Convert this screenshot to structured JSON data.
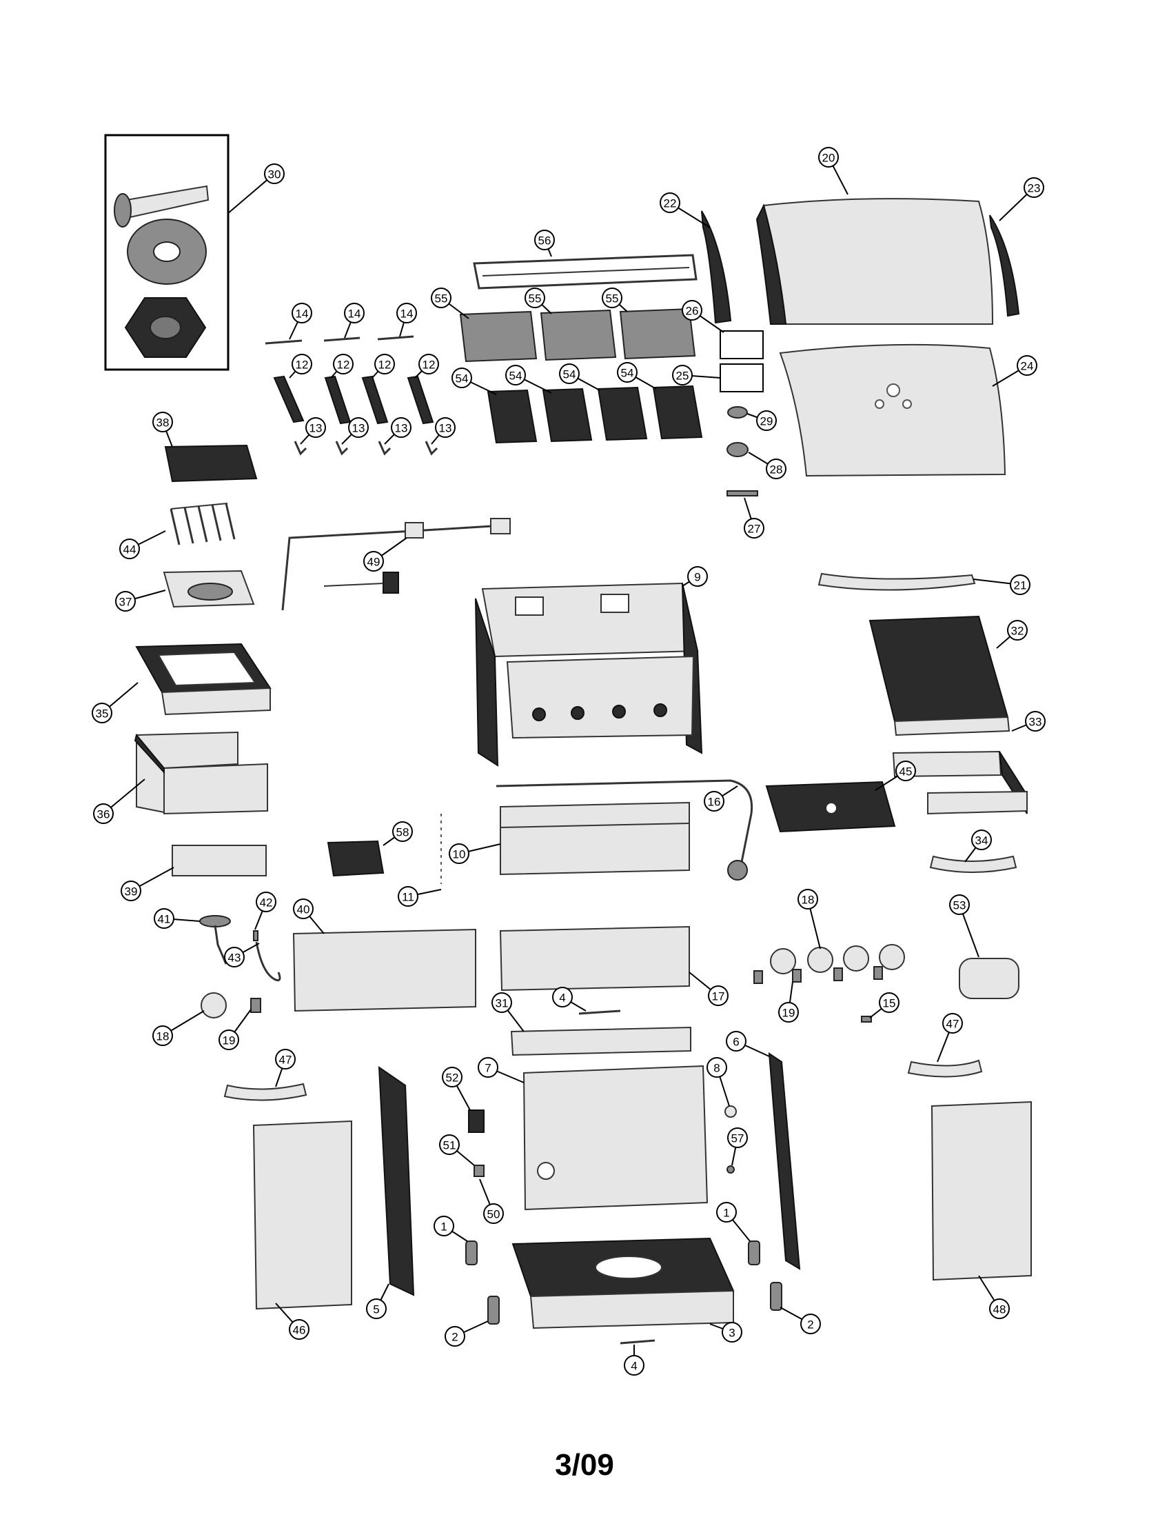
{
  "footer": {
    "revision": "3/09"
  },
  "callouts": [
    {
      "label": "30"
    },
    {
      "label": "20"
    },
    {
      "label": "22"
    },
    {
      "label": "23"
    },
    {
      "label": "56"
    },
    {
      "label": "14"
    },
    {
      "label": "14"
    },
    {
      "label": "14"
    },
    {
      "label": "55"
    },
    {
      "label": "55"
    },
    {
      "label": "55"
    },
    {
      "label": "26"
    },
    {
      "label": "12"
    },
    {
      "label": "12"
    },
    {
      "label": "12"
    },
    {
      "label": "12"
    },
    {
      "label": "25"
    },
    {
      "label": "24"
    },
    {
      "label": "54"
    },
    {
      "label": "54"
    },
    {
      "label": "54"
    },
    {
      "label": "54"
    },
    {
      "label": "29"
    },
    {
      "label": "38"
    },
    {
      "label": "13"
    },
    {
      "label": "13"
    },
    {
      "label": "13"
    },
    {
      "label": "13"
    },
    {
      "label": "28"
    },
    {
      "label": "27"
    },
    {
      "label": "44"
    },
    {
      "label": "49"
    },
    {
      "label": "9"
    },
    {
      "label": "21"
    },
    {
      "label": "37"
    },
    {
      "label": "32"
    },
    {
      "label": "35"
    },
    {
      "label": "33"
    },
    {
      "label": "45"
    },
    {
      "label": "16"
    },
    {
      "label": "36"
    },
    {
      "label": "58"
    },
    {
      "label": "34"
    },
    {
      "label": "10"
    },
    {
      "label": "39"
    },
    {
      "label": "11"
    },
    {
      "label": "18"
    },
    {
      "label": "42"
    },
    {
      "label": "40"
    },
    {
      "label": "53"
    },
    {
      "label": "41"
    },
    {
      "label": "43"
    },
    {
      "label": "17"
    },
    {
      "label": "4"
    },
    {
      "label": "19"
    },
    {
      "label": "15"
    },
    {
      "label": "18"
    },
    {
      "label": "19"
    },
    {
      "label": "31"
    },
    {
      "label": "47"
    },
    {
      "label": "6"
    },
    {
      "label": "47"
    },
    {
      "label": "52"
    },
    {
      "label": "7"
    },
    {
      "label": "8"
    },
    {
      "label": "57"
    },
    {
      "label": "51"
    },
    {
      "label": "50"
    },
    {
      "label": "1"
    },
    {
      "label": "1"
    },
    {
      "label": "5"
    },
    {
      "label": "46"
    },
    {
      "label": "48"
    },
    {
      "label": "2"
    },
    {
      "label": "3"
    },
    {
      "label": "2"
    },
    {
      "label": "4"
    }
  ]
}
